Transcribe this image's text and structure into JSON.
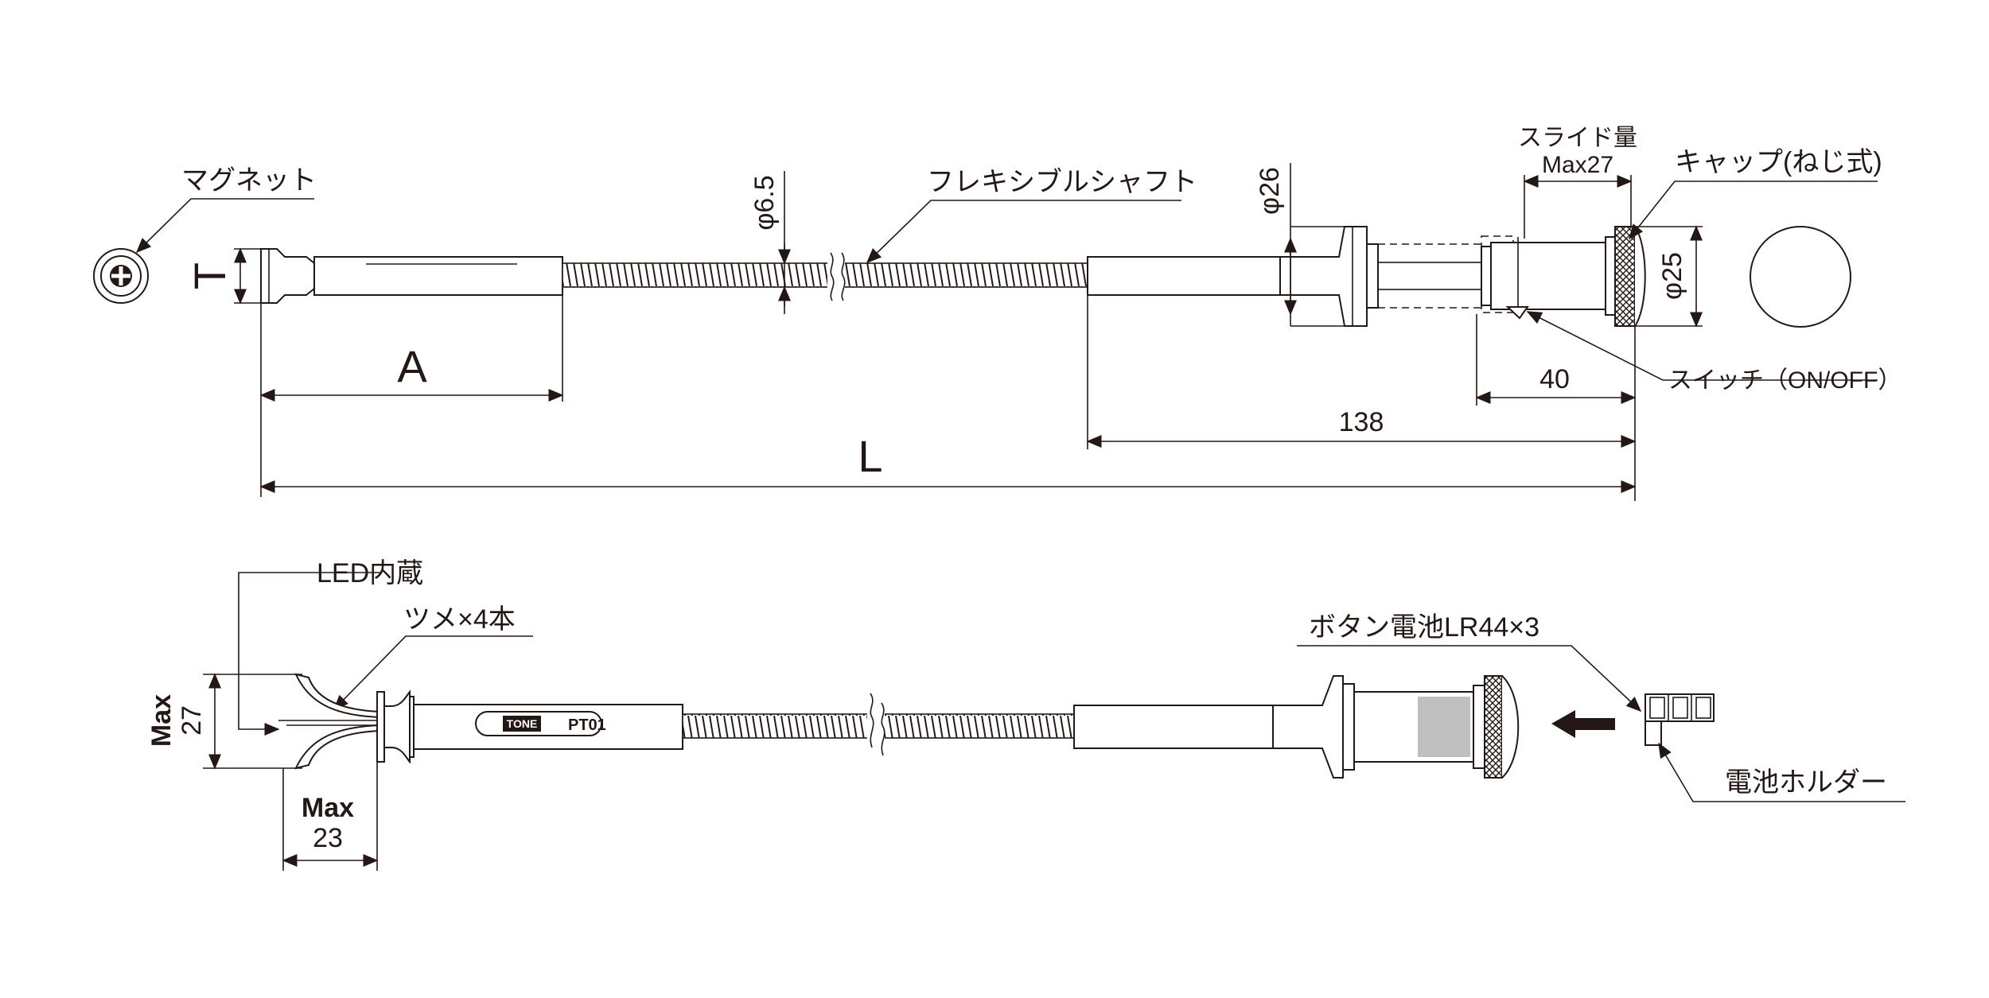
{
  "labels": {
    "magnet": "マグネット",
    "T": "T",
    "A": "A",
    "L": "L",
    "phi65": "φ6.5",
    "flex_shaft": "フレキシブルシャフト",
    "phi26": "φ26",
    "slide_amount": "スライド量",
    "max27_top": "Max27",
    "cap": "キャップ(ねじ式)",
    "phi25": "φ25",
    "dim40": "40",
    "switch": "スイッチ（ON/OFF）",
    "dim138": "138",
    "led": "LED内蔵",
    "claws": "ツメ×4本",
    "max_v": "Max",
    "v27": "27",
    "max_h": "Max",
    "h23": "23",
    "tone": "TONE",
    "model": "PT01",
    "battery": "ボタン電池LR44×3",
    "battery_holder": "電池ホルダー"
  },
  "colors": {
    "line": "#231815",
    "battery_fill": "#bfbfbf",
    "background": "#ffffff"
  }
}
